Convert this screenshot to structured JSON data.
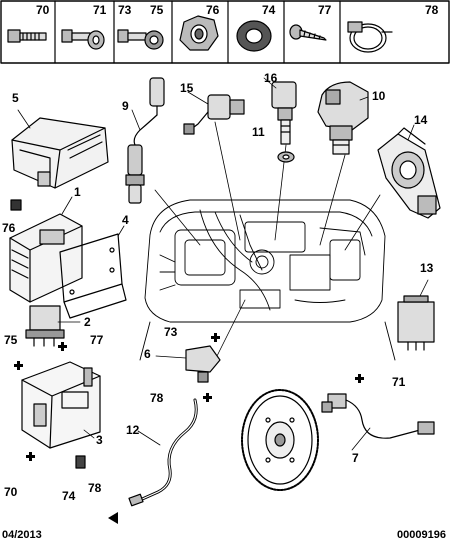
{
  "header": {
    "cells": [
      {
        "nums": [
          "70"
        ],
        "icon": "bolt-icon"
      },
      {
        "nums": [
          "71"
        ],
        "icon": "bolt-washer-icon"
      },
      {
        "nums": [
          "73",
          "75"
        ],
        "icon": "bolt-spacer-icon"
      },
      {
        "nums": [
          "76"
        ],
        "icon": "nut-icon"
      },
      {
        "nums": [
          "74"
        ],
        "icon": "washer-icon"
      },
      {
        "nums": [
          "77"
        ],
        "icon": "screw-icon"
      },
      {
        "nums": [
          "78"
        ],
        "icon": "hose-clamp-icon"
      }
    ]
  },
  "callouts": {
    "c1": "1",
    "c2": "2",
    "c3": "3",
    "c4": "4",
    "c5": "5",
    "c6": "6",
    "c7": "7",
    "c9": "9",
    "c10": "10",
    "c11": "11",
    "c12": "12",
    "c13": "13",
    "c14": "14",
    "c15": "15",
    "c16": "16",
    "c70": "70",
    "c71": "71",
    "c73": "73",
    "c74": "74",
    "c75": "75",
    "c76": "76",
    "c77": "77",
    "c78a": "78",
    "c78b": "78"
  },
  "footer": {
    "date": "04/2013",
    "code": "00009196"
  }
}
